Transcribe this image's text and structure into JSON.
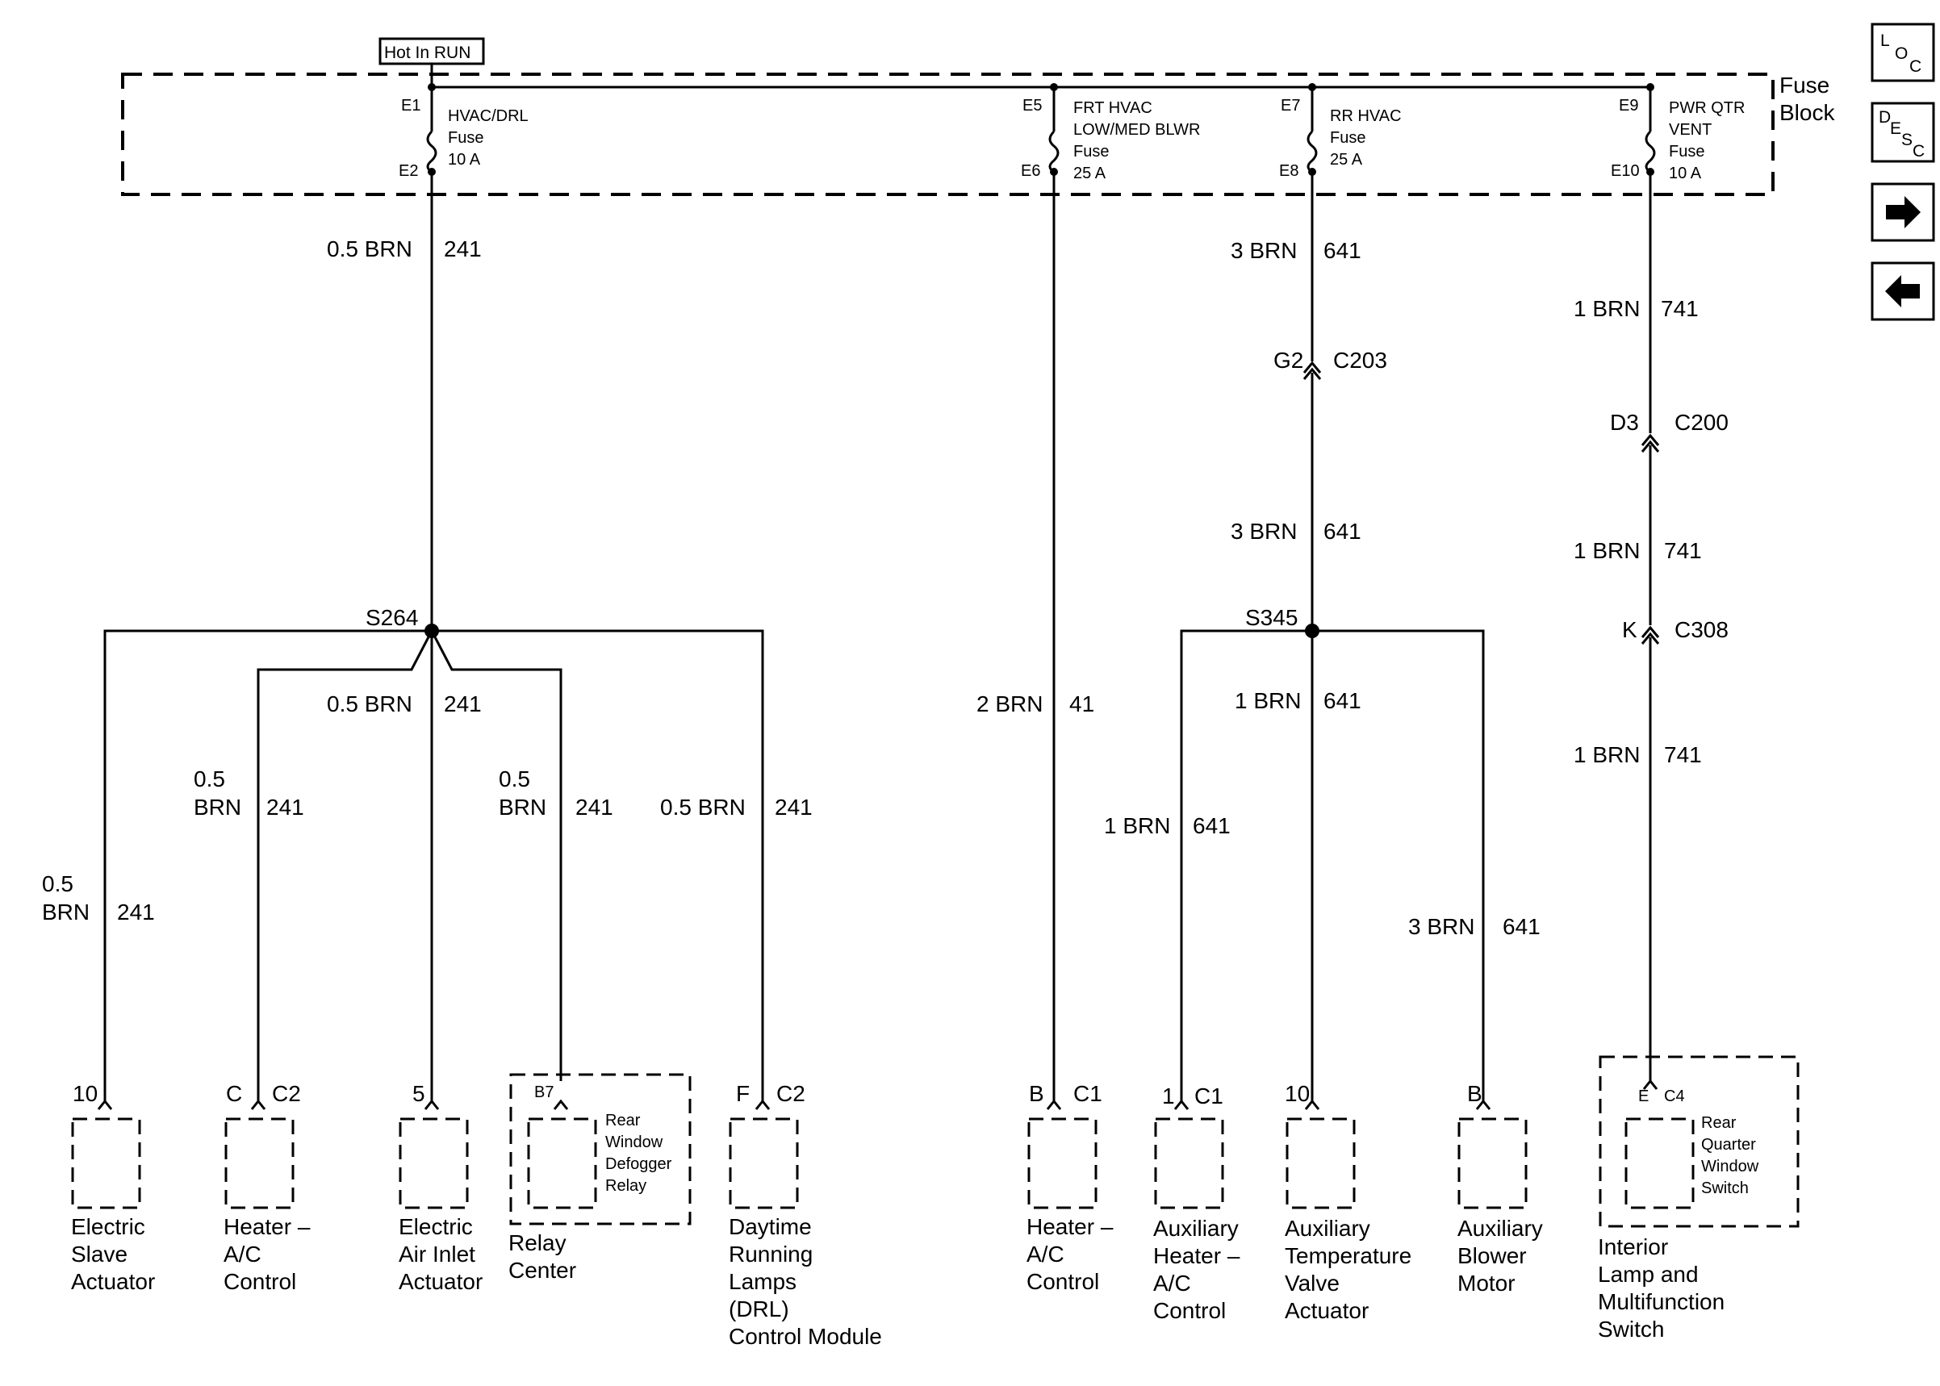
{
  "header": {
    "hot_in_run": "Hot In RUN",
    "fuse_block_line1": "Fuse",
    "fuse_block_line2": "Block"
  },
  "side_buttons": {
    "loc": [
      "L",
      "O",
      "C"
    ],
    "desc": [
      "D",
      "E",
      "S",
      "C"
    ],
    "next": "right-arrow-icon",
    "prev": "left-arrow-icon"
  },
  "fuses": {
    "hvac_drl": {
      "top_pin": "E1",
      "bottom_pin": "E2",
      "lines": [
        "HVAC/DRL",
        "Fuse",
        "10 A"
      ]
    },
    "frt_hvac": {
      "top_pin": "E5",
      "bottom_pin": "E6",
      "lines": [
        "FRT HVAC",
        "LOW/MED BLWR",
        "Fuse",
        "25 A"
      ]
    },
    "rr_hvac": {
      "top_pin": "E7",
      "bottom_pin": "E8",
      "lines": [
        "RR HVAC",
        "Fuse",
        "25 A"
      ]
    },
    "pwr_qtr": {
      "top_pin": "E9",
      "bottom_pin": "E10",
      "lines": [
        "PWR QTR",
        "VENT",
        "Fuse",
        "10 A"
      ]
    }
  },
  "wire_labels": {
    "w1_color": "0.5 BRN",
    "w1_circuit": "241",
    "w2_color": "3 BRN",
    "w2_circuit": "641",
    "w3_color": "1 BRN",
    "w3_circuit": "741",
    "w4_color": "3 BRN",
    "w4_circuit": "641",
    "w5_color": "1 BRN",
    "w5_circuit": "741",
    "w6_color": "1 BRN",
    "w6_circuit": "741",
    "w7_color": "0.5 BRN",
    "w7_circuit": "241",
    "w8_color": "2 BRN",
    "w8_circuit": "41",
    "w9_color": "1 BRN",
    "w9_circuit": "641",
    "w10_color_a": "0.5",
    "w10_color_b": "BRN",
    "w10_circuit": "241",
    "w11_color_a": "0.5",
    "w11_color_b": "BRN",
    "w11_circuit": "241",
    "w12_color": "0.5 BRN",
    "w12_circuit": "241",
    "w13_color": "1 BRN",
    "w13_circuit": "641",
    "w14_color_a": "0.5",
    "w14_color_b": "BRN",
    "w14_circuit": "241",
    "w15_color": "3 BRN",
    "w15_circuit": "641"
  },
  "connectors": {
    "g2": "G2",
    "c203": "C203",
    "d3": "D3",
    "c200": "C200",
    "k": "K",
    "c308": "C308"
  },
  "splices": {
    "s264": "S264",
    "s345": "S345"
  },
  "components": [
    {
      "pin": "10",
      "conn": "",
      "lines": [
        "Electric",
        "Slave",
        "Actuator"
      ]
    },
    {
      "pin": "C",
      "conn": "C2",
      "lines": [
        "Heater –",
        "A/C",
        "Control"
      ]
    },
    {
      "pin": "5",
      "conn": "",
      "lines": [
        "Electric",
        "Air Inlet",
        "Actuator"
      ]
    },
    {
      "pin": "B7",
      "conn": "",
      "inner": [
        "Rear",
        "Window",
        "Defogger",
        "Relay"
      ],
      "lines": [
        "Relay",
        "Center"
      ]
    },
    {
      "pin": "F",
      "conn": "C2",
      "lines": [
        "Daytime",
        "Running",
        "Lamps",
        "(DRL)",
        "Control Module"
      ]
    },
    {
      "pin": "B",
      "conn": "C1",
      "lines": [
        "Heater –",
        "A/C",
        "Control"
      ]
    },
    {
      "pin": "1",
      "conn": "C1",
      "lines": [
        "Auxiliary",
        "Heater –",
        "A/C",
        "Control"
      ]
    },
    {
      "pin": "10",
      "conn": "",
      "lines": [
        "Auxiliary",
        "Temperature",
        "Valve",
        "Actuator"
      ]
    },
    {
      "pin": "B",
      "conn": "",
      "lines": [
        "Auxiliary",
        "Blower",
        "Motor"
      ]
    },
    {
      "pin": "E",
      "conn": "C4",
      "inner": [
        "Rear",
        "Quarter",
        "Window",
        "Switch"
      ],
      "lines": [
        "Interior",
        "Lamp and",
        "Multifunction",
        "Switch"
      ]
    }
  ]
}
